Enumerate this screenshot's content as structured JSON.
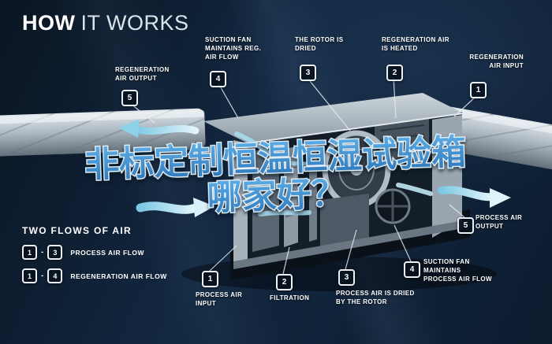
{
  "title": {
    "bold": "HOW",
    "light": "IT WORKS"
  },
  "overlay_text": {
    "line1": "非标定制恒温恒湿试验箱",
    "line2": "哪家好？"
  },
  "top_labels": [
    {
      "num": "5",
      "text": "REGENERATION AIR OUTPUT"
    },
    {
      "num": "4",
      "text": "SUCTION FAN MAINTAINS REG. AIR FLOW"
    },
    {
      "num": "3",
      "text": "THE ROTOR IS DRIED"
    },
    {
      "num": "2",
      "text": "REGENERATION AIR IS HEATED"
    },
    {
      "num": "1",
      "text": "REGENERATION AIR INPUT"
    }
  ],
  "bottom_labels": [
    {
      "num": "1",
      "text": "PROCESS AIR INPUT"
    },
    {
      "num": "2",
      "text": "FILTRATION"
    },
    {
      "num": "3",
      "text": "PROCESS AIR IS DRIED BY THE ROTOR"
    },
    {
      "num": "4",
      "text": "SUCTION FAN MAINTAINS PROCESS AIR FLOW"
    },
    {
      "num": "5",
      "text": "PROCESS AIR OUTPUT"
    }
  ],
  "legend": {
    "heading": "TWO FLOWS OF AIR",
    "items": [
      {
        "from": "1",
        "sep": "-",
        "to": "3",
        "label": "PROCESS AIR FLOW"
      },
      {
        "from": "1",
        "sep": "-",
        "to": "4",
        "label": "REGENERATION AIR FLOW"
      }
    ]
  },
  "colors": {
    "background": "#0d1b2b",
    "accent_cyan": "#bfe6f4",
    "overlay_blue": "#3d8ccc",
    "label_text": "#ffffff",
    "machine_grey": "#a7b1ba"
  }
}
